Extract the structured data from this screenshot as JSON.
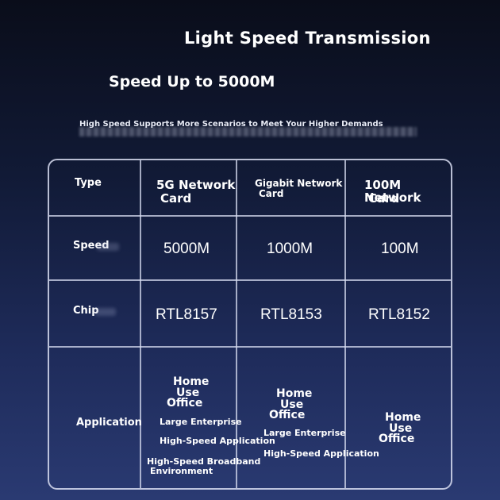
{
  "header": {
    "title": "Light Speed Transmission",
    "subtitle": "Speed Up to 5000M",
    "tagline": "High Speed Supports More Scenarios to Meet Your Higher Demands"
  },
  "table": {
    "rows": {
      "type": {
        "label": "Type",
        "cells": [
          [
            "5G Network",
            "Card"
          ],
          [
            "Gigabit Network",
            "Card"
          ],
          [
            "100M Network",
            "Card"
          ]
        ]
      },
      "speed": {
        "label": "Speed",
        "cells": [
          "5000M",
          "1000M",
          "100M"
        ]
      },
      "chip": {
        "label": "Chip",
        "cells": [
          "RTL8157",
          "RTL8153",
          "RTL8152"
        ]
      },
      "application": {
        "label": "Application",
        "col1": [
          "Home",
          "Use",
          "Office",
          "Large Enterprise",
          "High-Speed Application",
          "High-Speed Broadband",
          "Environment"
        ],
        "col2": [
          "Home",
          "Use",
          "Office",
          "Large Enterprise",
          "High-Speed Application"
        ],
        "col3": [
          "Home",
          "Use",
          "Office"
        ]
      }
    }
  }
}
